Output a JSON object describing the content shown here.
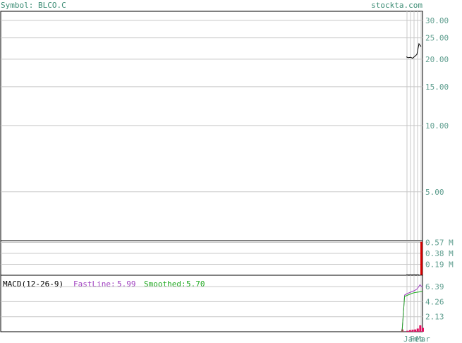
{
  "header": {
    "symbol_label": "Symbol: BLCO.C",
    "site": "stockta.com"
  },
  "colors": {
    "border": "#000000",
    "grid": "#c8c8c8",
    "axis_text": "#5f9e8f",
    "header_text": "#3c8c74",
    "price_line": "#000000",
    "volume_bar": "#d40000",
    "fastline": "#a040c0",
    "smoothed": "#22aa22",
    "histogram": "#e01060"
  },
  "chart_data": [
    {
      "type": "line",
      "panel": "price",
      "scale": "log",
      "y_ticks": [
        5,
        10,
        15,
        20,
        25,
        30
      ],
      "y_tick_labels": [
        "5.00",
        "10.00",
        "15.00",
        "20.00",
        "25.00",
        "30.00"
      ],
      "ylim": [
        3,
        33
      ],
      "series": [
        {
          "values": [
            20.5,
            20.3,
            20.4,
            20.2,
            20.6,
            21.0,
            23.5,
            22.8
          ]
        }
      ],
      "grid": true
    },
    {
      "type": "bar",
      "panel": "volume",
      "y_ticks": [
        0.19,
        0.38,
        0.57
      ],
      "y_tick_labels": [
        "0.19 M",
        "0.38 M",
        "0.57 M"
      ],
      "ylim": [
        0,
        0.6
      ],
      "values": [
        0.004,
        0.004,
        0.004,
        0.004,
        0.004,
        0.004,
        0.004,
        0.58
      ],
      "grid": true
    },
    {
      "type": "line",
      "panel": "macd",
      "title": "MACD(12-26-9)",
      "legend": [
        {
          "label": "FastLine:",
          "value": "5.99"
        },
        {
          "label": "Smoothed:",
          "value": "5.70"
        }
      ],
      "y_ticks": [
        2.13,
        4.26,
        6.39
      ],
      "y_tick_labels": [
        "2.13",
        "4.26",
        "6.39"
      ],
      "ylim": [
        0,
        8
      ],
      "series": [
        {
          "name": "FastLine",
          "values": [
            0,
            5.2,
            5.4,
            5.55,
            5.7,
            5.85,
            6.1,
            6.65,
            6.3
          ]
        },
        {
          "name": "Smoothed",
          "values": [
            0,
            5.0,
            5.15,
            5.3,
            5.45,
            5.55,
            5.6,
            5.65,
            5.7
          ]
        }
      ],
      "histogram": [
        0.35,
        0.0,
        0.15,
        0.25,
        0.3,
        0.35,
        0.5,
        1.0,
        0.6
      ],
      "x_tick_labels": [
        "Jan",
        "Feb",
        "Mar"
      ],
      "grid": true
    }
  ]
}
